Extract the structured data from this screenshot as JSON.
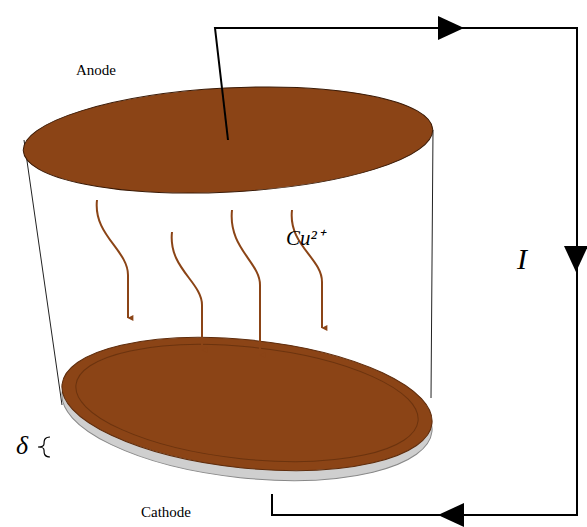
{
  "diagram": {
    "labels": [
      "Anode",
      "Cu²⁺",
      "I",
      "δ",
      "Cathode"
    ]
  }
}
